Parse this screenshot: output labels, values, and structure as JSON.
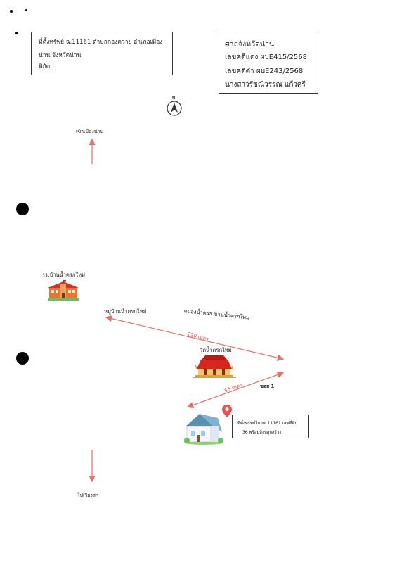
{
  "property_box": {
    "line1": "ที่ตั้งทรัพย์ ฉ.11161 ตำบลกองควาย อำเภอเมือง",
    "line2": "น่าน จังหวัดน่าน",
    "line3": "พิกัด :"
  },
  "case_box": {
    "court": "ศาลจังหวัดน่าน",
    "red_case": "เลขคดีแดง ผบE415/2568",
    "black_case": "เลขคดีดำ ผบE243/2568",
    "owner": "นางสาวรัชณีวรรณ แก้วศรี"
  },
  "compass": {
    "label": "N"
  },
  "road": {
    "top_label": "เข้าเมืองน่าน",
    "bottom_label": "ไปเวียงสา"
  },
  "landmarks": {
    "school": "รร.บ้านน้ำครกใหม่",
    "village": "หมู่บ้านน้ำครกใหม่",
    "pond": "หนองน้ำครก บ้านน้ำครกใหม่",
    "temple": "วัดน้ำครกใหม่",
    "soi": "ซอย 1"
  },
  "distances": {
    "d1": "720 เมตร",
    "d2": "55 เมตร"
  },
  "property_label": {
    "line1": "ที่ตั้งทรัพย์โฉนด 11161 เลขที่ดิน",
    "line2": "36 พร้อมสิ่งปลูกสร้าง"
  },
  "colors": {
    "arrow": "#e8706a",
    "pin": "#e8554f",
    "temple_roof": "#d7261e",
    "school_wall": "#e8743a"
  }
}
